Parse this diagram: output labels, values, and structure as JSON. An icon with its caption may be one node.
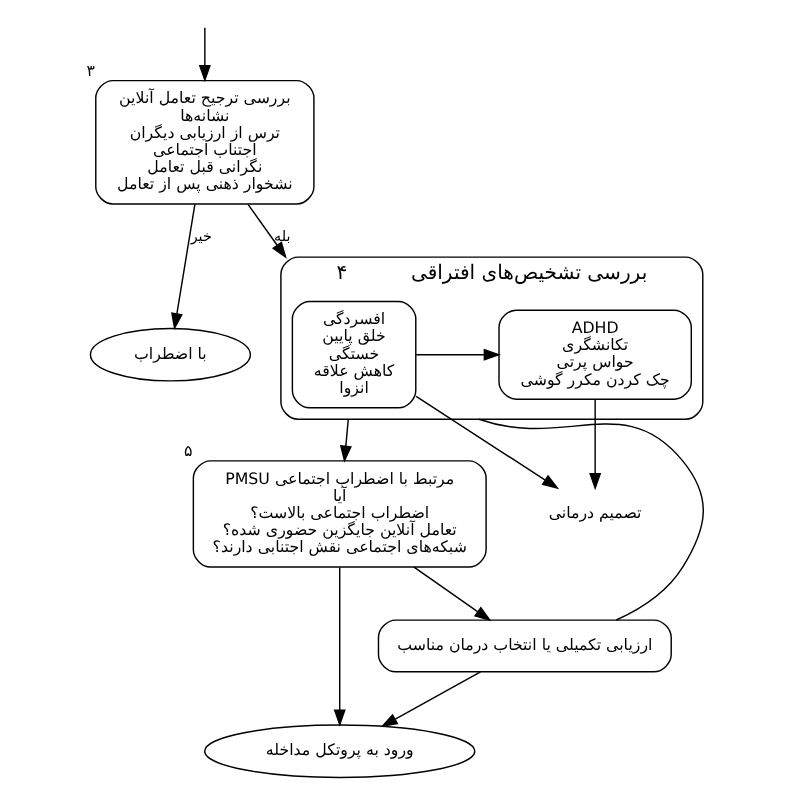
{
  "diagram": {
    "nodes": [
      {
        "text": [
          "بررسی ترجیح تعامل آنلاین",
          "نشانه‌ها",
          "ترس از ارزیابی دیگران",
          "اجتناب اجتماعی",
          "نگرانی قبل تعامل",
          "نشخوار ذهنی پس از تعامل"
        ],
        "beside": [
          "۳"
        ]
      },
      {
        "text": [
          "با اضطراب"
        ]
      },
      {
        "text": [
          "بررسی تشخیص‌های افتراقی"
        ],
        "beside": [
          "۴"
        ]
      },
      {
        "text": [
          "افسردگی",
          "خلق پایین",
          "خستگی",
          "کاهش علاقه",
          "انزوا"
        ],
        "in": 2
      },
      {
        "text": [
          "ADHD",
          "تکانشگری",
          "حواس پرتی",
          "چک کردن مکرر گوشی"
        ],
        "in": 2
      },
      {
        "text": [
          "تصمیم درمانی"
        ]
      },
      {
        "text": [
          "PMSU مرتبط با اضطراب اجتماعی",
          "آیا",
          "اضطراب اجتماعی بالاست؟",
          "تعامل آنلاین جایگزین حضوری شده؟",
          "شبکه‌های اجتماعی نقش اجتنابی دارند؟"
        ],
        "beside": [
          "۵"
        ]
      },
      {
        "text": [
          "ارزیابی تکمیلی یا انتخاب درمان مناسب"
        ]
      },
      {
        "text": [
          "ورود به پروتکل مداخله"
        ]
      }
    ],
    "edges": [
      {
        "from": null,
        "to": 0,
        "arrow": "to"
      },
      {
        "from": 0,
        "to": 1,
        "arrow": "to",
        "label": "خیر"
      },
      {
        "from": 0,
        "to": 2,
        "arrow": "to",
        "label": "بله"
      },
      {
        "from": 3,
        "to": 4,
        "arrow": "to"
      },
      {
        "from": 3,
        "to": 5,
        "arrow": "to"
      },
      {
        "from": 4,
        "to": 5,
        "arrow": "to"
      },
      {
        "from": 2,
        "to": 6,
        "arrow": "to"
      },
      {
        "from": 6,
        "to": 7,
        "arrow": "to"
      },
      {
        "from": 7,
        "to": 2,
        "arrow": "none"
      },
      {
        "from": 6,
        "to": 8,
        "arrow": "to"
      },
      {
        "from": 7,
        "to": 8,
        "arrow": "to"
      }
    ]
  }
}
